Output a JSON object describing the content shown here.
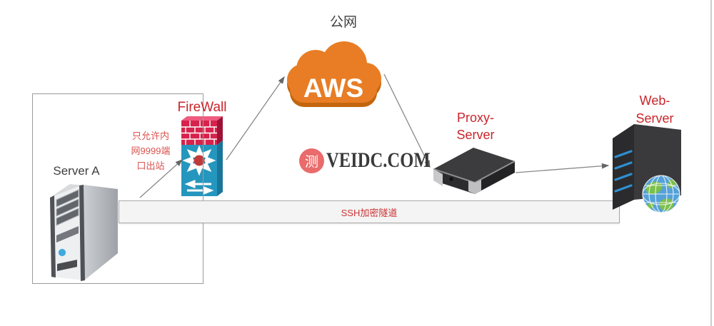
{
  "diagram": {
    "public_network_label": "公网",
    "aws_label": "AWS",
    "firewall_label": "FireWall",
    "firewall_note_lines": [
      "只允许内",
      "网9999端",
      "口出站"
    ],
    "server_a_label": "Server A",
    "proxy_label_lines": [
      "Proxy-",
      "Server"
    ],
    "web_label_lines": [
      "Web-",
      "Server"
    ],
    "tunnel_label": "SSH加密隧道"
  },
  "watermark": {
    "badge": "测",
    "text": "VEIDC.COM"
  },
  "colors": {
    "aws_orange": "#e87d25",
    "aws_orange_dark": "#c2660d",
    "label_red": "#c9252b",
    "note_red": "#d9534f",
    "tunnel_text_red": "#cc3333",
    "firewall_brick_red": "#d6224c",
    "firewall_blue": "#2596be",
    "watermark_pink": "#e96b6b"
  }
}
